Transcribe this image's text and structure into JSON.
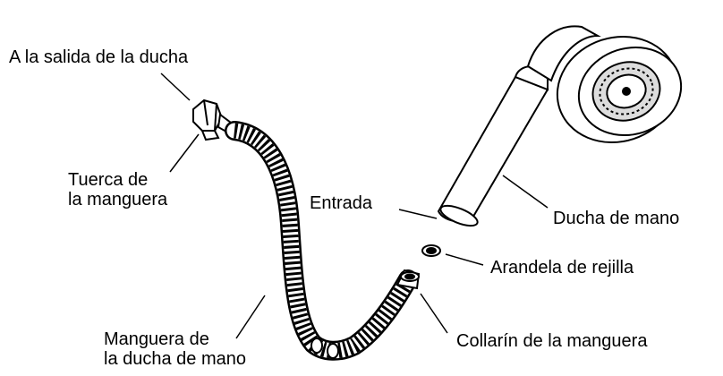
{
  "labels": {
    "outlet": "A la salida de la ducha",
    "hose_nut": [
      "Tuerca de",
      "la manguera"
    ],
    "inlet": "Entrada",
    "handshower": "Ducha de mano",
    "screen_washer": "Arandela de rejilla",
    "hose_collar": "Collarín de la manguera",
    "hose": [
      "Manguera de",
      "la ducha de mano"
    ]
  }
}
